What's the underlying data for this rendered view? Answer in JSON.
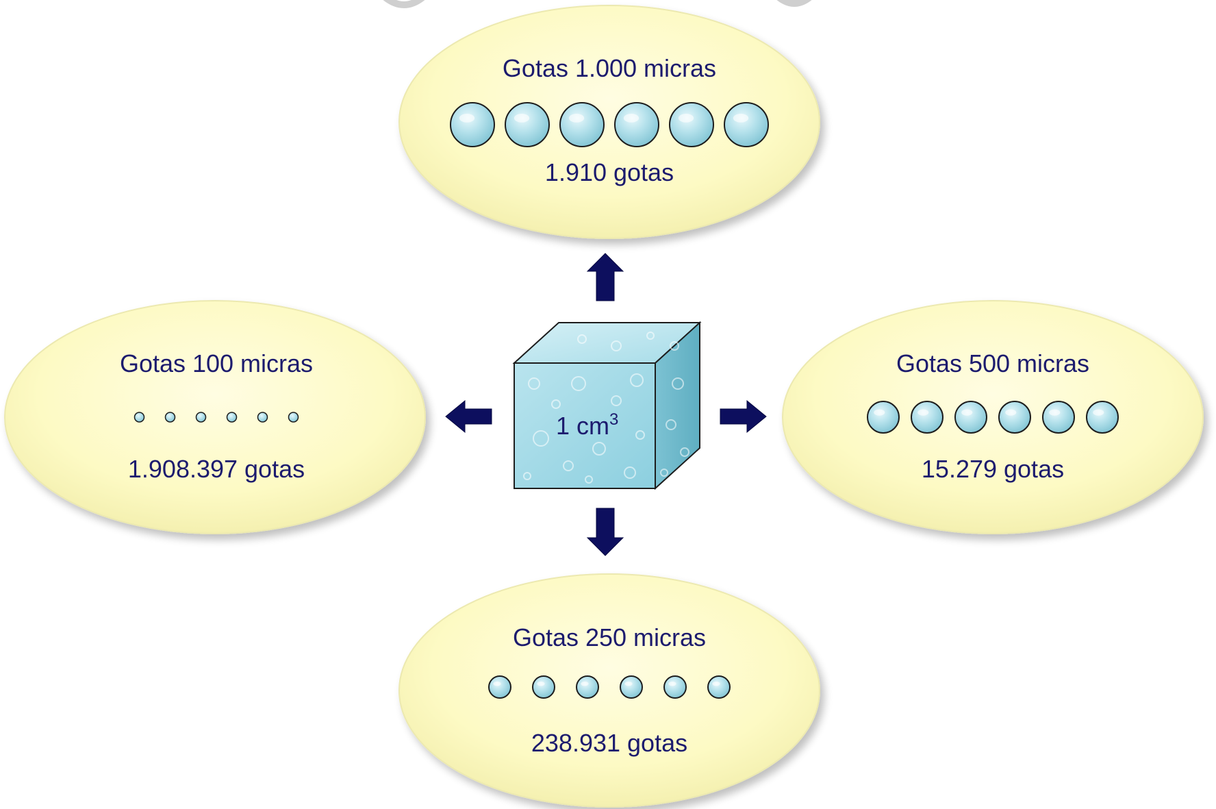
{
  "header_fragment": "...",
  "cube": {
    "label_main": "1 cm",
    "label_sup": "3"
  },
  "ellipses": [
    {
      "key": "top",
      "title": "Gotas 1.000 micras",
      "count_label": "1.910 gotas",
      "drop_count": 6
    },
    {
      "key": "right",
      "title": "Gotas 500 micras",
      "count_label": "15.279 gotas",
      "drop_count": 6
    },
    {
      "key": "bottom",
      "title": "Gotas 250 micras",
      "count_label": "238.931 gotas",
      "drop_count": 6
    },
    {
      "key": "left",
      "title": "Gotas 100 micras",
      "count_label": "1.908.397 gotas",
      "drop_count": 6
    }
  ],
  "colors": {
    "ellipse_fill": "#fdfbc8",
    "ellipse_edge": "#ece9b0",
    "text": "#1c1b6e",
    "arrow": "#0d0f5e",
    "water": "#a6dbe6",
    "water_dark": "#5fa9bb"
  },
  "icons": {
    "drop": "water-drop-icon",
    "arrow": "block-arrow-icon",
    "cube": "water-cube-icon"
  }
}
